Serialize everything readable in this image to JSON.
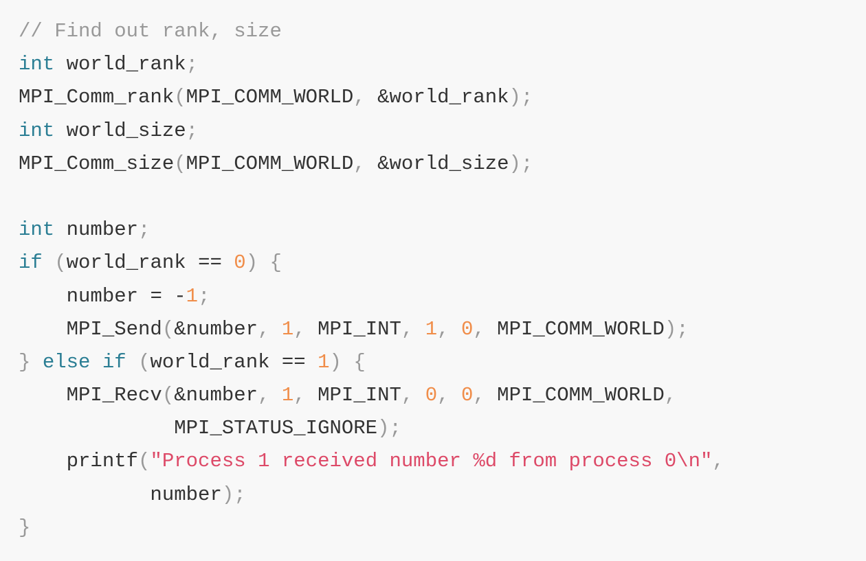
{
  "colors": {
    "background": "#f8f8f8",
    "text": "#333333",
    "comment": "#999999",
    "keyword": "#2b7e94",
    "number": "#f08d49",
    "string": "#dd4a68",
    "punctuation": "#999999"
  },
  "lines": [
    [
      {
        "t": "// Find out rank, size",
        "k": "comment"
      }
    ],
    [
      {
        "t": "int",
        "k": "keyword"
      },
      {
        "t": " world_rank",
        "k": "plain"
      },
      {
        "t": ";",
        "k": "punct"
      }
    ],
    [
      {
        "t": "MPI_Comm_rank",
        "k": "plain"
      },
      {
        "t": "(",
        "k": "punct"
      },
      {
        "t": "MPI_COMM_WORLD",
        "k": "plain"
      },
      {
        "t": ",",
        "k": "punct"
      },
      {
        "t": " &world_rank",
        "k": "plain"
      },
      {
        "t": ");",
        "k": "punct"
      }
    ],
    [
      {
        "t": "int",
        "k": "keyword"
      },
      {
        "t": " world_size",
        "k": "plain"
      },
      {
        "t": ";",
        "k": "punct"
      }
    ],
    [
      {
        "t": "MPI_Comm_size",
        "k": "plain"
      },
      {
        "t": "(",
        "k": "punct"
      },
      {
        "t": "MPI_COMM_WORLD",
        "k": "plain"
      },
      {
        "t": ",",
        "k": "punct"
      },
      {
        "t": " &world_size",
        "k": "plain"
      },
      {
        "t": ");",
        "k": "punct"
      }
    ],
    [],
    [
      {
        "t": "int",
        "k": "keyword"
      },
      {
        "t": " number",
        "k": "plain"
      },
      {
        "t": ";",
        "k": "punct"
      }
    ],
    [
      {
        "t": "if",
        "k": "keyword"
      },
      {
        "t": " ",
        "k": "plain"
      },
      {
        "t": "(",
        "k": "punct"
      },
      {
        "t": "world_rank ",
        "k": "plain"
      },
      {
        "t": "==",
        "k": "plain"
      },
      {
        "t": " ",
        "k": "plain"
      },
      {
        "t": "0",
        "k": "number"
      },
      {
        "t": ")",
        "k": "punct"
      },
      {
        "t": " ",
        "k": "plain"
      },
      {
        "t": "{",
        "k": "punct"
      }
    ],
    [
      {
        "t": "    number ",
        "k": "plain"
      },
      {
        "t": "=",
        "k": "plain"
      },
      {
        "t": " -",
        "k": "plain"
      },
      {
        "t": "1",
        "k": "number"
      },
      {
        "t": ";",
        "k": "punct"
      }
    ],
    [
      {
        "t": "    MPI_Send",
        "k": "plain"
      },
      {
        "t": "(",
        "k": "punct"
      },
      {
        "t": "&number",
        "k": "plain"
      },
      {
        "t": ",",
        "k": "punct"
      },
      {
        "t": " ",
        "k": "plain"
      },
      {
        "t": "1",
        "k": "number"
      },
      {
        "t": ",",
        "k": "punct"
      },
      {
        "t": " MPI_INT",
        "k": "plain"
      },
      {
        "t": ",",
        "k": "punct"
      },
      {
        "t": " ",
        "k": "plain"
      },
      {
        "t": "1",
        "k": "number"
      },
      {
        "t": ",",
        "k": "punct"
      },
      {
        "t": " ",
        "k": "plain"
      },
      {
        "t": "0",
        "k": "number"
      },
      {
        "t": ",",
        "k": "punct"
      },
      {
        "t": " MPI_COMM_WORLD",
        "k": "plain"
      },
      {
        "t": ");",
        "k": "punct"
      }
    ],
    [
      {
        "t": "}",
        "k": "punct"
      },
      {
        "t": " ",
        "k": "plain"
      },
      {
        "t": "else",
        "k": "keyword"
      },
      {
        "t": " ",
        "k": "plain"
      },
      {
        "t": "if",
        "k": "keyword"
      },
      {
        "t": " ",
        "k": "plain"
      },
      {
        "t": "(",
        "k": "punct"
      },
      {
        "t": "world_rank ",
        "k": "plain"
      },
      {
        "t": "==",
        "k": "plain"
      },
      {
        "t": " ",
        "k": "plain"
      },
      {
        "t": "1",
        "k": "number"
      },
      {
        "t": ")",
        "k": "punct"
      },
      {
        "t": " ",
        "k": "plain"
      },
      {
        "t": "{",
        "k": "punct"
      }
    ],
    [
      {
        "t": "    MPI_Recv",
        "k": "plain"
      },
      {
        "t": "(",
        "k": "punct"
      },
      {
        "t": "&number",
        "k": "plain"
      },
      {
        "t": ",",
        "k": "punct"
      },
      {
        "t": " ",
        "k": "plain"
      },
      {
        "t": "1",
        "k": "number"
      },
      {
        "t": ",",
        "k": "punct"
      },
      {
        "t": " MPI_INT",
        "k": "plain"
      },
      {
        "t": ",",
        "k": "punct"
      },
      {
        "t": " ",
        "k": "plain"
      },
      {
        "t": "0",
        "k": "number"
      },
      {
        "t": ",",
        "k": "punct"
      },
      {
        "t": " ",
        "k": "plain"
      },
      {
        "t": "0",
        "k": "number"
      },
      {
        "t": ",",
        "k": "punct"
      },
      {
        "t": " MPI_COMM_WORLD",
        "k": "plain"
      },
      {
        "t": ",",
        "k": "punct"
      }
    ],
    [
      {
        "t": "             MPI_STATUS_IGNORE",
        "k": "plain"
      },
      {
        "t": ");",
        "k": "punct"
      }
    ],
    [
      {
        "t": "    printf",
        "k": "plain"
      },
      {
        "t": "(",
        "k": "punct"
      },
      {
        "t": "\"Process 1 received number %d from process 0\\n\"",
        "k": "string"
      },
      {
        "t": ",",
        "k": "punct"
      }
    ],
    [
      {
        "t": "           number",
        "k": "plain"
      },
      {
        "t": ");",
        "k": "punct"
      }
    ],
    [
      {
        "t": "}",
        "k": "punct"
      }
    ]
  ]
}
